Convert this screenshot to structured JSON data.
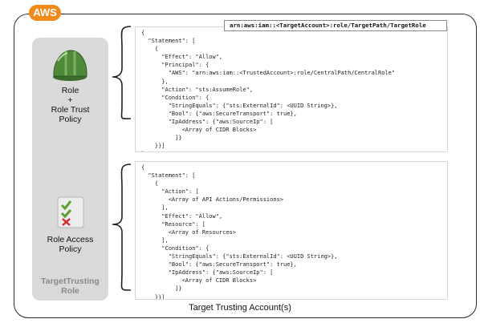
{
  "badge": "AWS",
  "left_panel": {
    "role_label_1": "Role",
    "role_label_2": "+",
    "role_label_3": "Role Trust",
    "role_label_4": "Policy",
    "access_label_1": "Role Access",
    "access_label_2": "Policy",
    "bottom_label_1": "TargetTrusting",
    "bottom_label_2": "Role"
  },
  "arn": "arn:aws:iam::<TargetAccount>:role/TargetPath/TargetRole",
  "trust_policy_lines": [
    "{",
    "  \"Statement\": [",
    "    {",
    "      \"Effect\": \"Allow\",",
    "      \"Principal\": {",
    "        \"AWS\": \"arn:aws:iam::<TrustedAccount>:role/CentralPath/CentralRole\"",
    "      },",
    "      \"Action\": \"sts:AssumeRole\",",
    "      \"Condition\": {",
    "        \"StringEquals\": {\"sts:ExternalId\": <UUID String>},",
    "        \"Bool\": {\"aws:SecureTransport\": true},",
    "        \"IpAddress\": {\"aws:SourceIp\": [",
    "            <Array of CIDR Blocks>",
    "          ]}",
    "    }}]",
    "}"
  ],
  "access_policy_lines": [
    "{",
    "  \"Statement\": [",
    "    {",
    "      \"Action\": [",
    "        <Array of API Actions/Permissions>",
    "      ],",
    "      \"Effect\": \"Allow\",",
    "      \"Resource\": [",
    "        <Array of Resources>",
    "      ],",
    "      \"Condition\": {",
    "        \"StringEquals\": {\"sts:ExternalId\": <UUID String>},",
    "        \"Bool\": {\"aws:SecureTransport\": true},",
    "        \"IpAddress\": {\"aws:SourceIp\": [",
    "            <Array of CIDR Blocks>",
    "          ]}",
    "    }}]",
    "}"
  ],
  "footer": "Target Trusting Account(s)",
  "colors": {
    "badge": "#f08b1e",
    "helmet": "#4f8a3a",
    "panel": "#d9d9d9",
    "check": "#5aa02c",
    "cross": "#d62b2b"
  },
  "icons": [
    "helmet-icon",
    "checklist-icon"
  ]
}
